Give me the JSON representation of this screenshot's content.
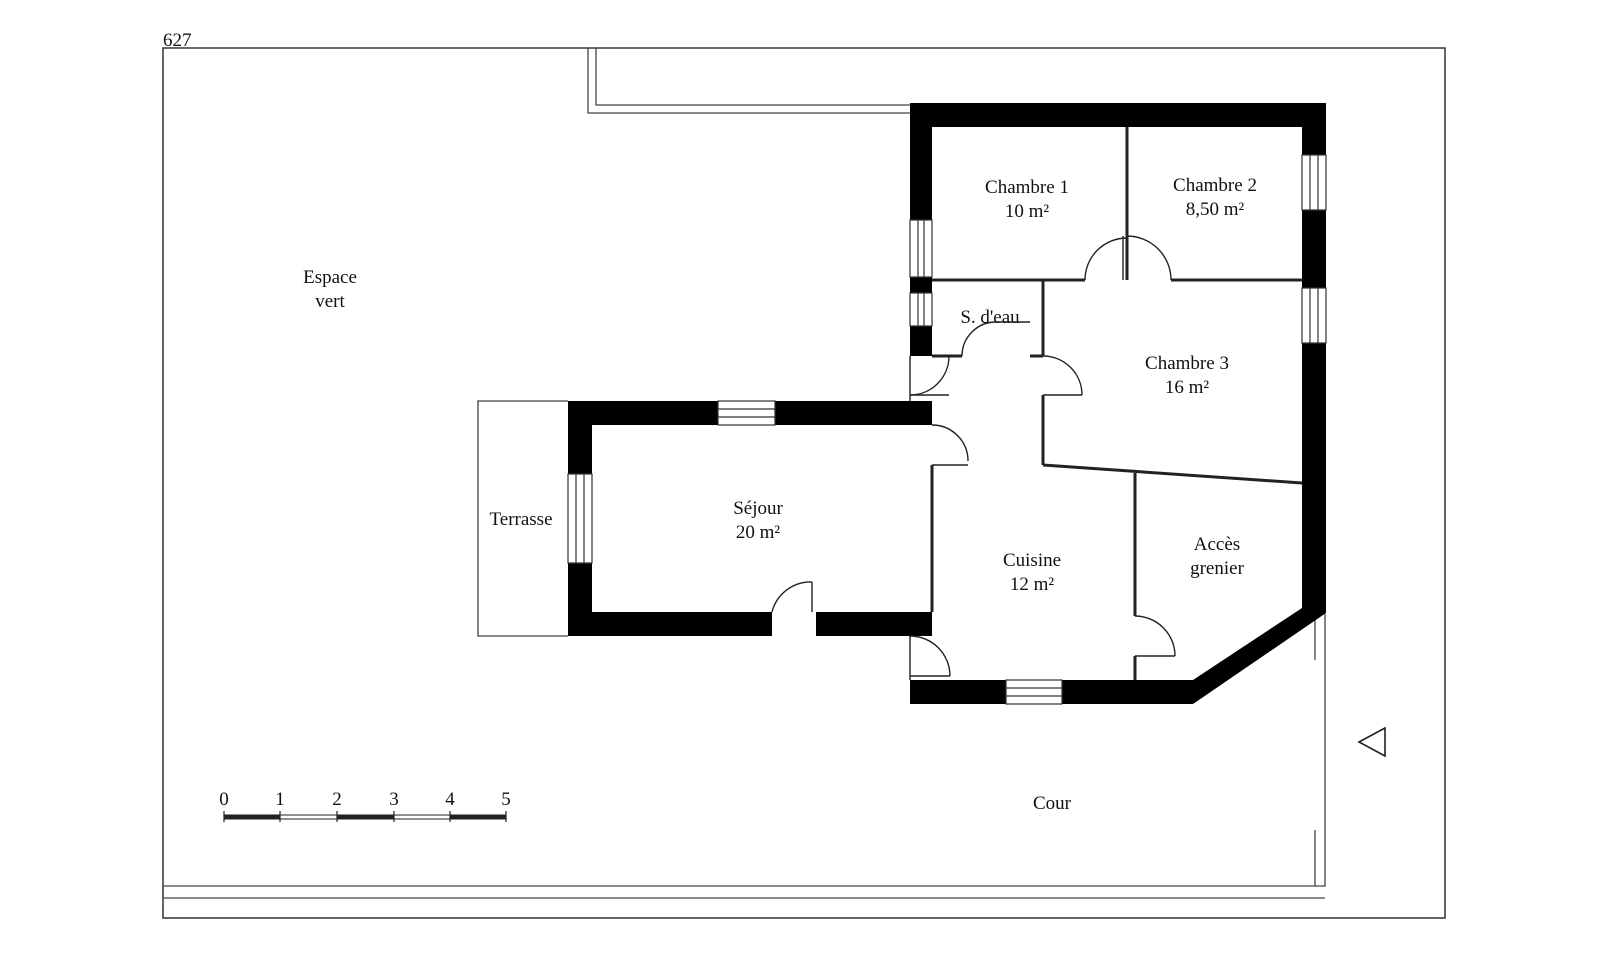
{
  "plan": {
    "sheet_number": "627",
    "rooms": {
      "chambre1": {
        "name": "Chambre 1",
        "area": "10 m²"
      },
      "chambre2": {
        "name": "Chambre 2",
        "area": "8,50 m²"
      },
      "chambre3": {
        "name": "Chambre 3",
        "area": "16 m²"
      },
      "salle_eau": {
        "name": "S. d'eau"
      },
      "sejour": {
        "name": "Séjour",
        "area": "20 m²"
      },
      "cuisine": {
        "name": "Cuisine",
        "area": "12 m²"
      },
      "acces": {
        "line1": "Accès",
        "line2": "grenier"
      }
    },
    "outdoor": {
      "espace_line1": "Espace",
      "espace_line2": "vert",
      "terrasse": "Terrasse",
      "cour": "Cour"
    },
    "scale": {
      "ticks": [
        "0",
        "1",
        "2",
        "3",
        "4",
        "5"
      ]
    },
    "colors": {
      "wall": "#000000",
      "line": "#333333",
      "background": "#ffffff"
    }
  }
}
